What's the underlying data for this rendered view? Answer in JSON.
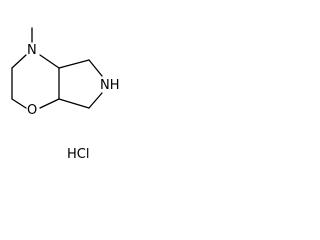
{
  "structure": {
    "atoms": {
      "n_methyl": "N",
      "nh": "NH",
      "o": "O"
    },
    "salt": "HCl"
  }
}
